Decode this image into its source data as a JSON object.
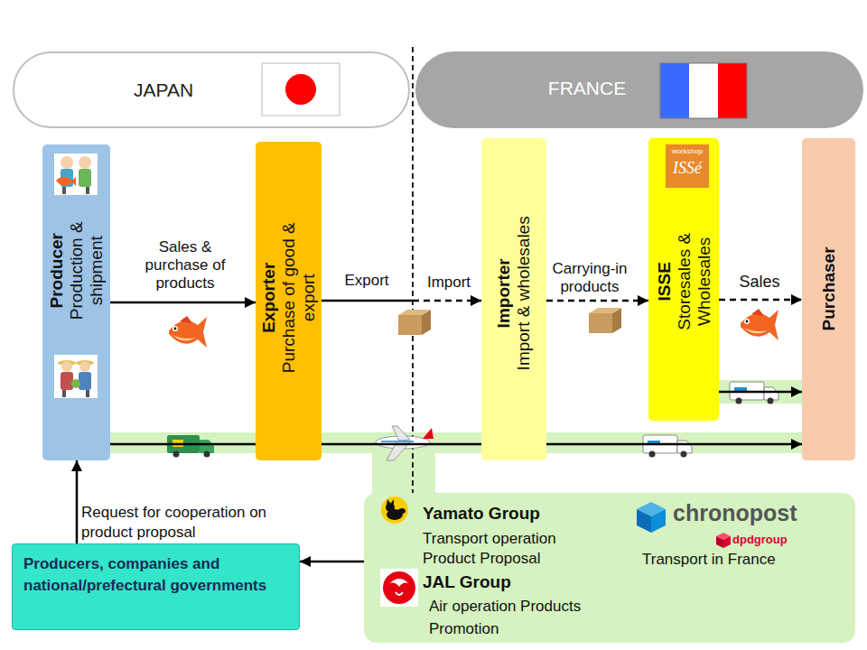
{
  "diagram": {
    "nodes": [
      {
        "text": [
          "JAPAN"
        ]
      },
      {
        "text": [
          "FRANCE"
        ]
      },
      {
        "text": [
          "Producer",
          "Production & shipment"
        ]
      },
      {
        "text": [
          "Exporter",
          "Purchase of good & export"
        ]
      },
      {
        "text": [
          "Importer",
          "Import & wholesales"
        ]
      },
      {
        "text": [
          "ISSE",
          "Storesales & Wholesales"
        ]
      },
      {
        "text": [
          "Purchaser"
        ]
      },
      {
        "text": [
          "Yamato Group",
          "Transport operation Product Proposal",
          "JAL Group",
          "Air operation Products Promotion",
          "chronopost",
          "dpdgroup",
          "Transport in France"
        ]
      },
      {
        "text": [
          "Producers, companies and national/prefectural governments"
        ]
      }
    ],
    "edges": [
      {
        "from": 2,
        "to": 3,
        "label": "Sales & purchase of products",
        "arrow": "to"
      },
      {
        "from": 3,
        "to": 4,
        "label": "Export",
        "arrow": "to"
      },
      {
        "from": 4,
        "to": 5,
        "label": "Carrying-in products",
        "arrow": "to"
      },
      {
        "from": 5,
        "to": 6,
        "label": "Sales",
        "arrow": "to"
      },
      {
        "from": 5,
        "to": 6,
        "arrow": "to"
      },
      {
        "from": 2,
        "to": 6,
        "arrow": "to"
      },
      {
        "from": 7,
        "to": 8,
        "arrow": "to"
      },
      {
        "from": 8,
        "to": 2,
        "label": "Request for cooperation on product proposal",
        "arrow": "to"
      }
    ],
    "labels": [
      "Import",
      "workshop",
      "ISSé"
    ]
  }
}
